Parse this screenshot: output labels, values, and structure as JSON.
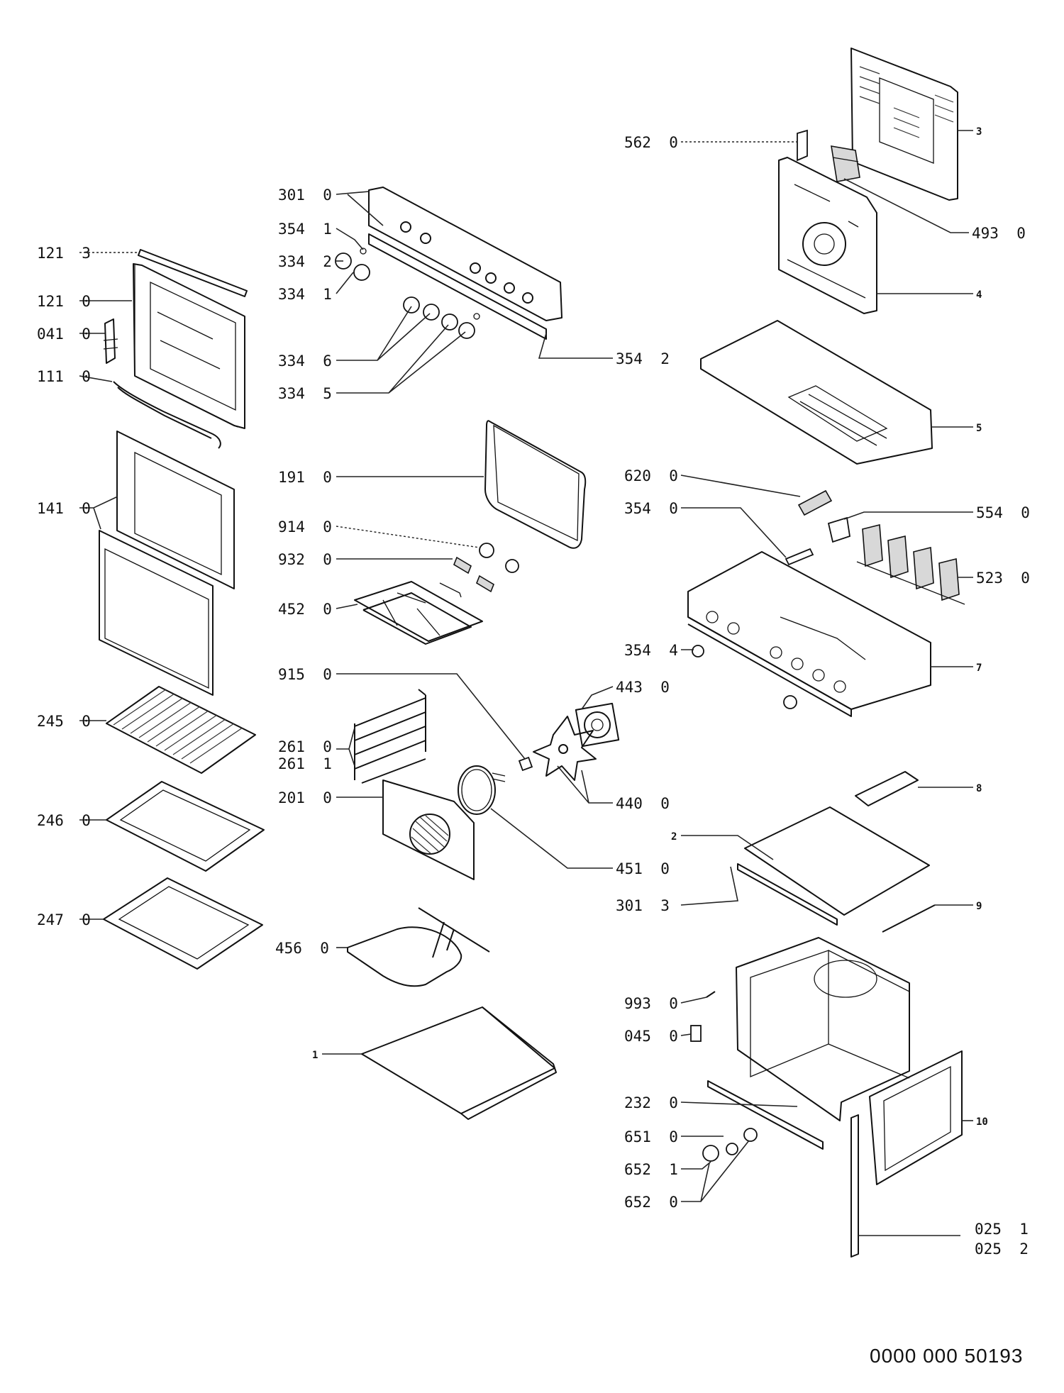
{
  "labels": {
    "l1210_3": "121  3",
    "l1210_0": "121  0",
    "l0410": "041  0",
    "l1110": "111  0",
    "l1410": "141  0",
    "l2450": "245  0",
    "l2460": "246  0",
    "l2470": "247  0",
    "l3010": "301  0",
    "l3541": "354  1",
    "l3342": "334  2",
    "l3341": "334  1",
    "l3346": "334  6",
    "l3345": "334  5",
    "l3542": "354  2",
    "l1910": "191  0",
    "l9140": "914  0",
    "l9320": "932  0",
    "l4520": "452  0",
    "l9150": "915  0",
    "l4430": "443  0",
    "l2610": "261  0",
    "l2611": "261  1",
    "l2010": "201  0",
    "l4400": "440  0",
    "l4510": "451  0",
    "l3013": "301  3",
    "l4560": "456  0",
    "l1": "1",
    "l5620": "562  0",
    "l3": "3",
    "l4930": "493  0",
    "l4": "4",
    "l5": "5",
    "l6200": "620  0",
    "l3540": "354  0",
    "l5540": "554  0",
    "l5230": "523  0",
    "l3544": "354  4",
    "l7": "7",
    "l8": "8",
    "l2": "2",
    "l9": "9",
    "l9930": "993  0",
    "l0450": "045  0",
    "l2320": "232  0",
    "l6510": "651  0",
    "l6521": "652  1",
    "l6520": "652  0",
    "l10": "10",
    "l0251": "025  1",
    "l0252": "025  2"
  },
  "document_number": "0000  000  50193"
}
